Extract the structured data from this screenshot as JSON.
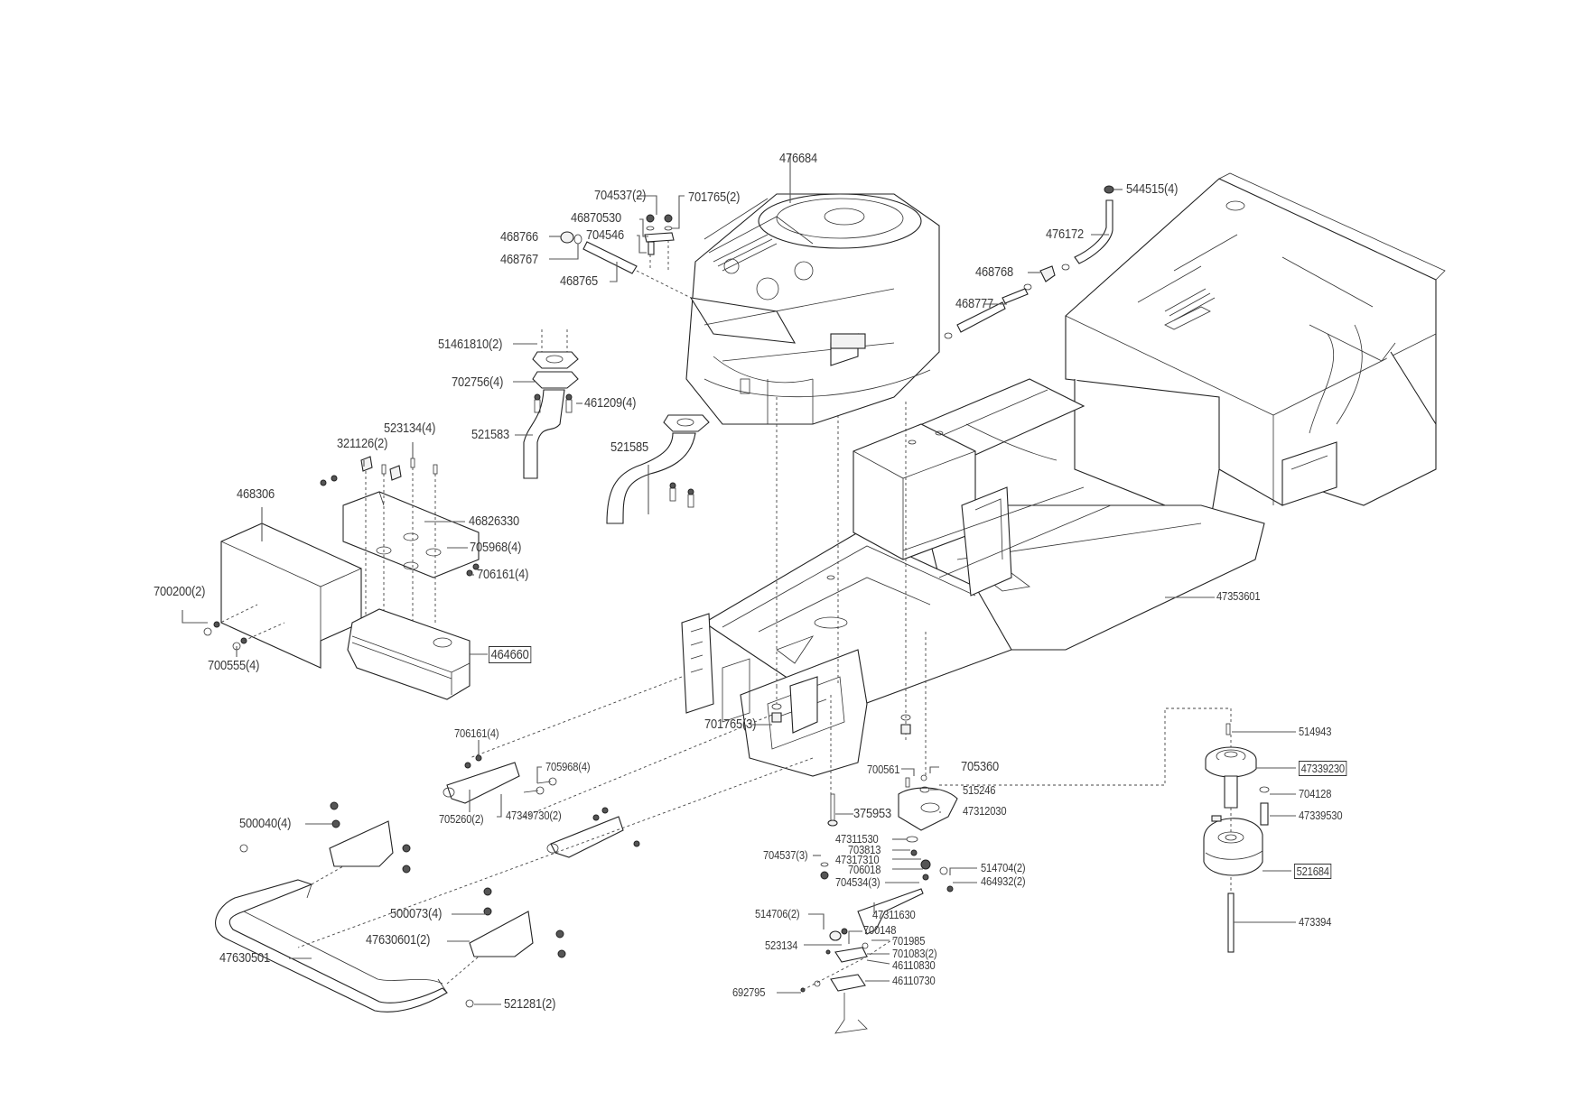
{
  "diagram": {
    "type": "exploded-parts-view",
    "labels": {
      "engine": "476684",
      "nut_704537_2": "704537(2)",
      "washer_701765_2": "701765(2)",
      "bracket_46870530": "46870530",
      "bolt_704546": "704546",
      "fitting_468766": "468766",
      "clamp_468767": "468767",
      "hose_468765": "468765",
      "cap_544515": "544515(4)",
      "fuel_line_476172": "476172",
      "valve_468768": "468768",
      "hose_468777": "468777",
      "gasket_51461810": "51461810(2)",
      "lockwasher_702756": "702756(4)",
      "bolt_461209": "461209(4)",
      "pipe_521583": "521583",
      "pipe_521585": "521585",
      "screw_523134_4": "523134(4)",
      "clip_321126": "321126(2)",
      "shield_468306": "468306",
      "bracket_46826330": "46826330",
      "bolt_705968_top": "705968(4)",
      "nut_706161_top": "706161(4)",
      "screw_700200": "700200(2)",
      "screw_700555": "700555(4)",
      "muffler_464660": "464660",
      "frame_47353601": "47353601",
      "washer_701765_3": "701765(3)",
      "nut_706161_bottom": "706161(4)",
      "bolt_705968_bottom": "705968(4)",
      "clip_705260": "705260(2)",
      "bracket_47349730": "47349730(2)",
      "bolt_500040": "500040(4)",
      "nut_500073": "500073(4)",
      "bracket_47630601": "47630601(2)",
      "bumper_47630501": "47630501",
      "bolt_521281": "521281(2)",
      "screw_700561": "700561",
      "bolt_705360": "705360",
      "washer_515246": "515246",
      "plate_47312030": "47312030",
      "pin_375953": "375953",
      "bushing_47311530": "47311530",
      "nut_703813": "703813",
      "washer_47317310": "47317310",
      "nut_704537_3": "704537(3)",
      "nut_706018": "706018",
      "balljoint_514704": "514704(2)",
      "nut_464932": "464932(2)",
      "nut_704534": "704534(3)",
      "balljoint_514706": "514706(2)",
      "rod_47311630": "47311630",
      "screw_523134": "523134",
      "washer_700148": "700148",
      "bolt_701985": "701985",
      "washer_701083": "701083(2)",
      "lever_46110830": "46110830",
      "lever_46110730": "46110730",
      "nut_692795": "692795",
      "key_514943": "514943",
      "pulley_47339230": "47339230",
      "bumper_704128": "704128",
      "spacer_47339530": "47339530",
      "clutch_521684": "521684",
      "bolt_473394": "473394"
    },
    "boxed_labels": [
      "464660",
      "47339230",
      "521684"
    ],
    "line_color": "#333333",
    "background": "#ffffff"
  }
}
